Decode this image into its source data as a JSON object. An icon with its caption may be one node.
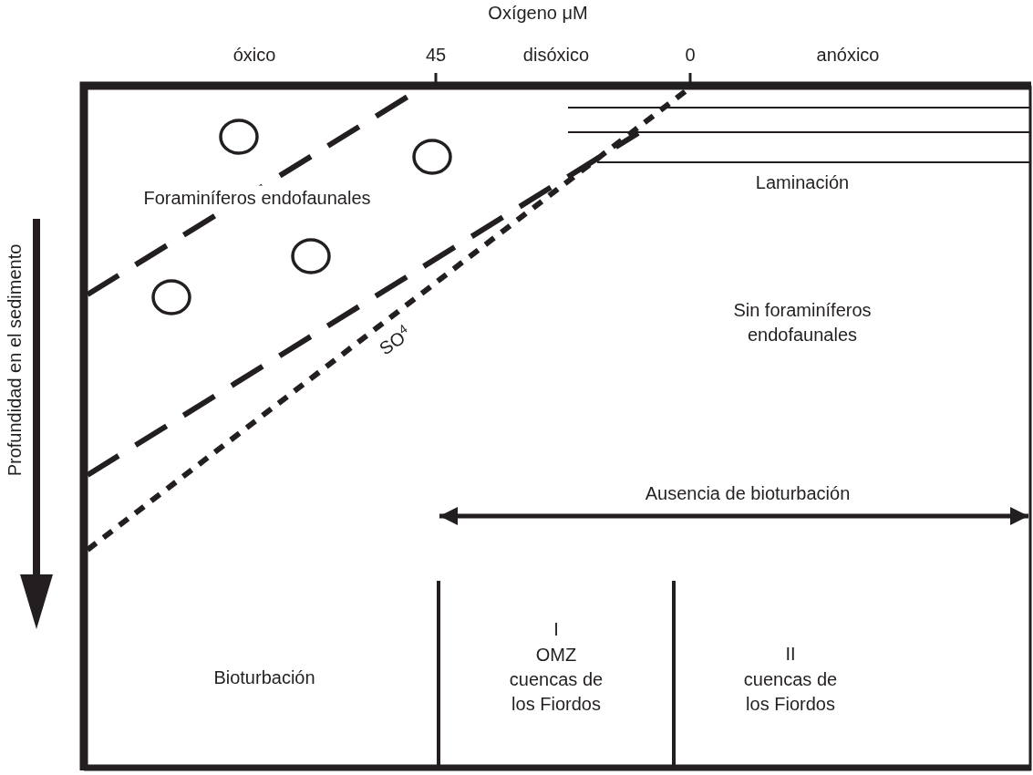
{
  "diagram": {
    "labels": [
      "Oxígeno μM",
      "óxico",
      "45",
      "disóxico",
      "0",
      "anóxico",
      "Foraminíferos endofaunales",
      "Laminación",
      "Profundidad en el sedimento",
      "Sin foraminíferos endofaunales",
      "SO$^{4}$",
      "Ausencia de bioturbación",
      "Bioturbación",
      "I",
      "OMZ",
      "cuencas de los Fiordos",
      "II",
      "cuencas de los Fiordos"
    ]
  }
}
